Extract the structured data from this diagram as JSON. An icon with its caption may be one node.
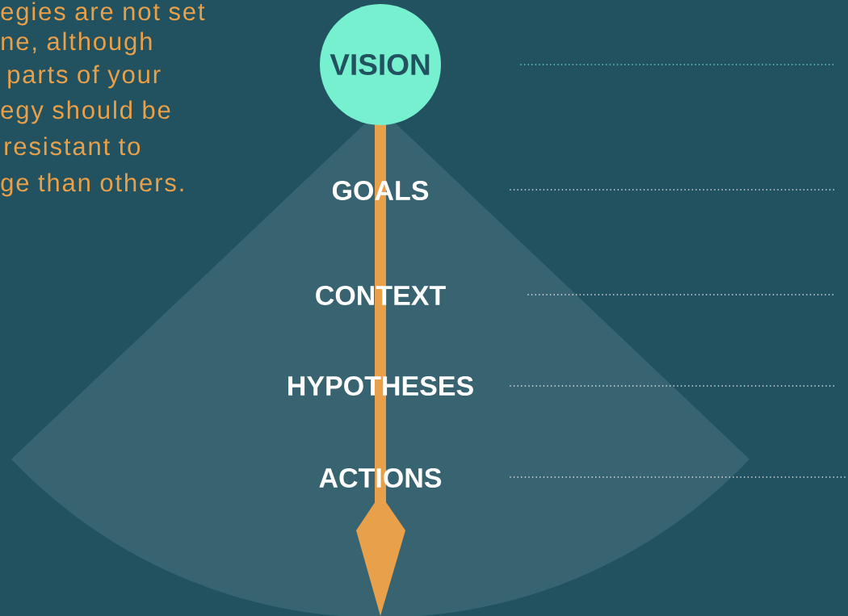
{
  "diagram": {
    "nodes": [
      {
        "text": [
          "VISION"
        ]
      },
      {
        "text": [
          "GOALS"
        ]
      },
      {
        "text": [
          "CONTEXT"
        ]
      },
      {
        "text": [
          "HYPOTHESES"
        ]
      },
      {
        "text": [
          "ACTIONS"
        ]
      }
    ],
    "labels": [
      "egies are not set",
      "ne, although",
      "parts of your",
      "egy should be",
      "resistant to",
      "ge than others."
    ]
  }
}
